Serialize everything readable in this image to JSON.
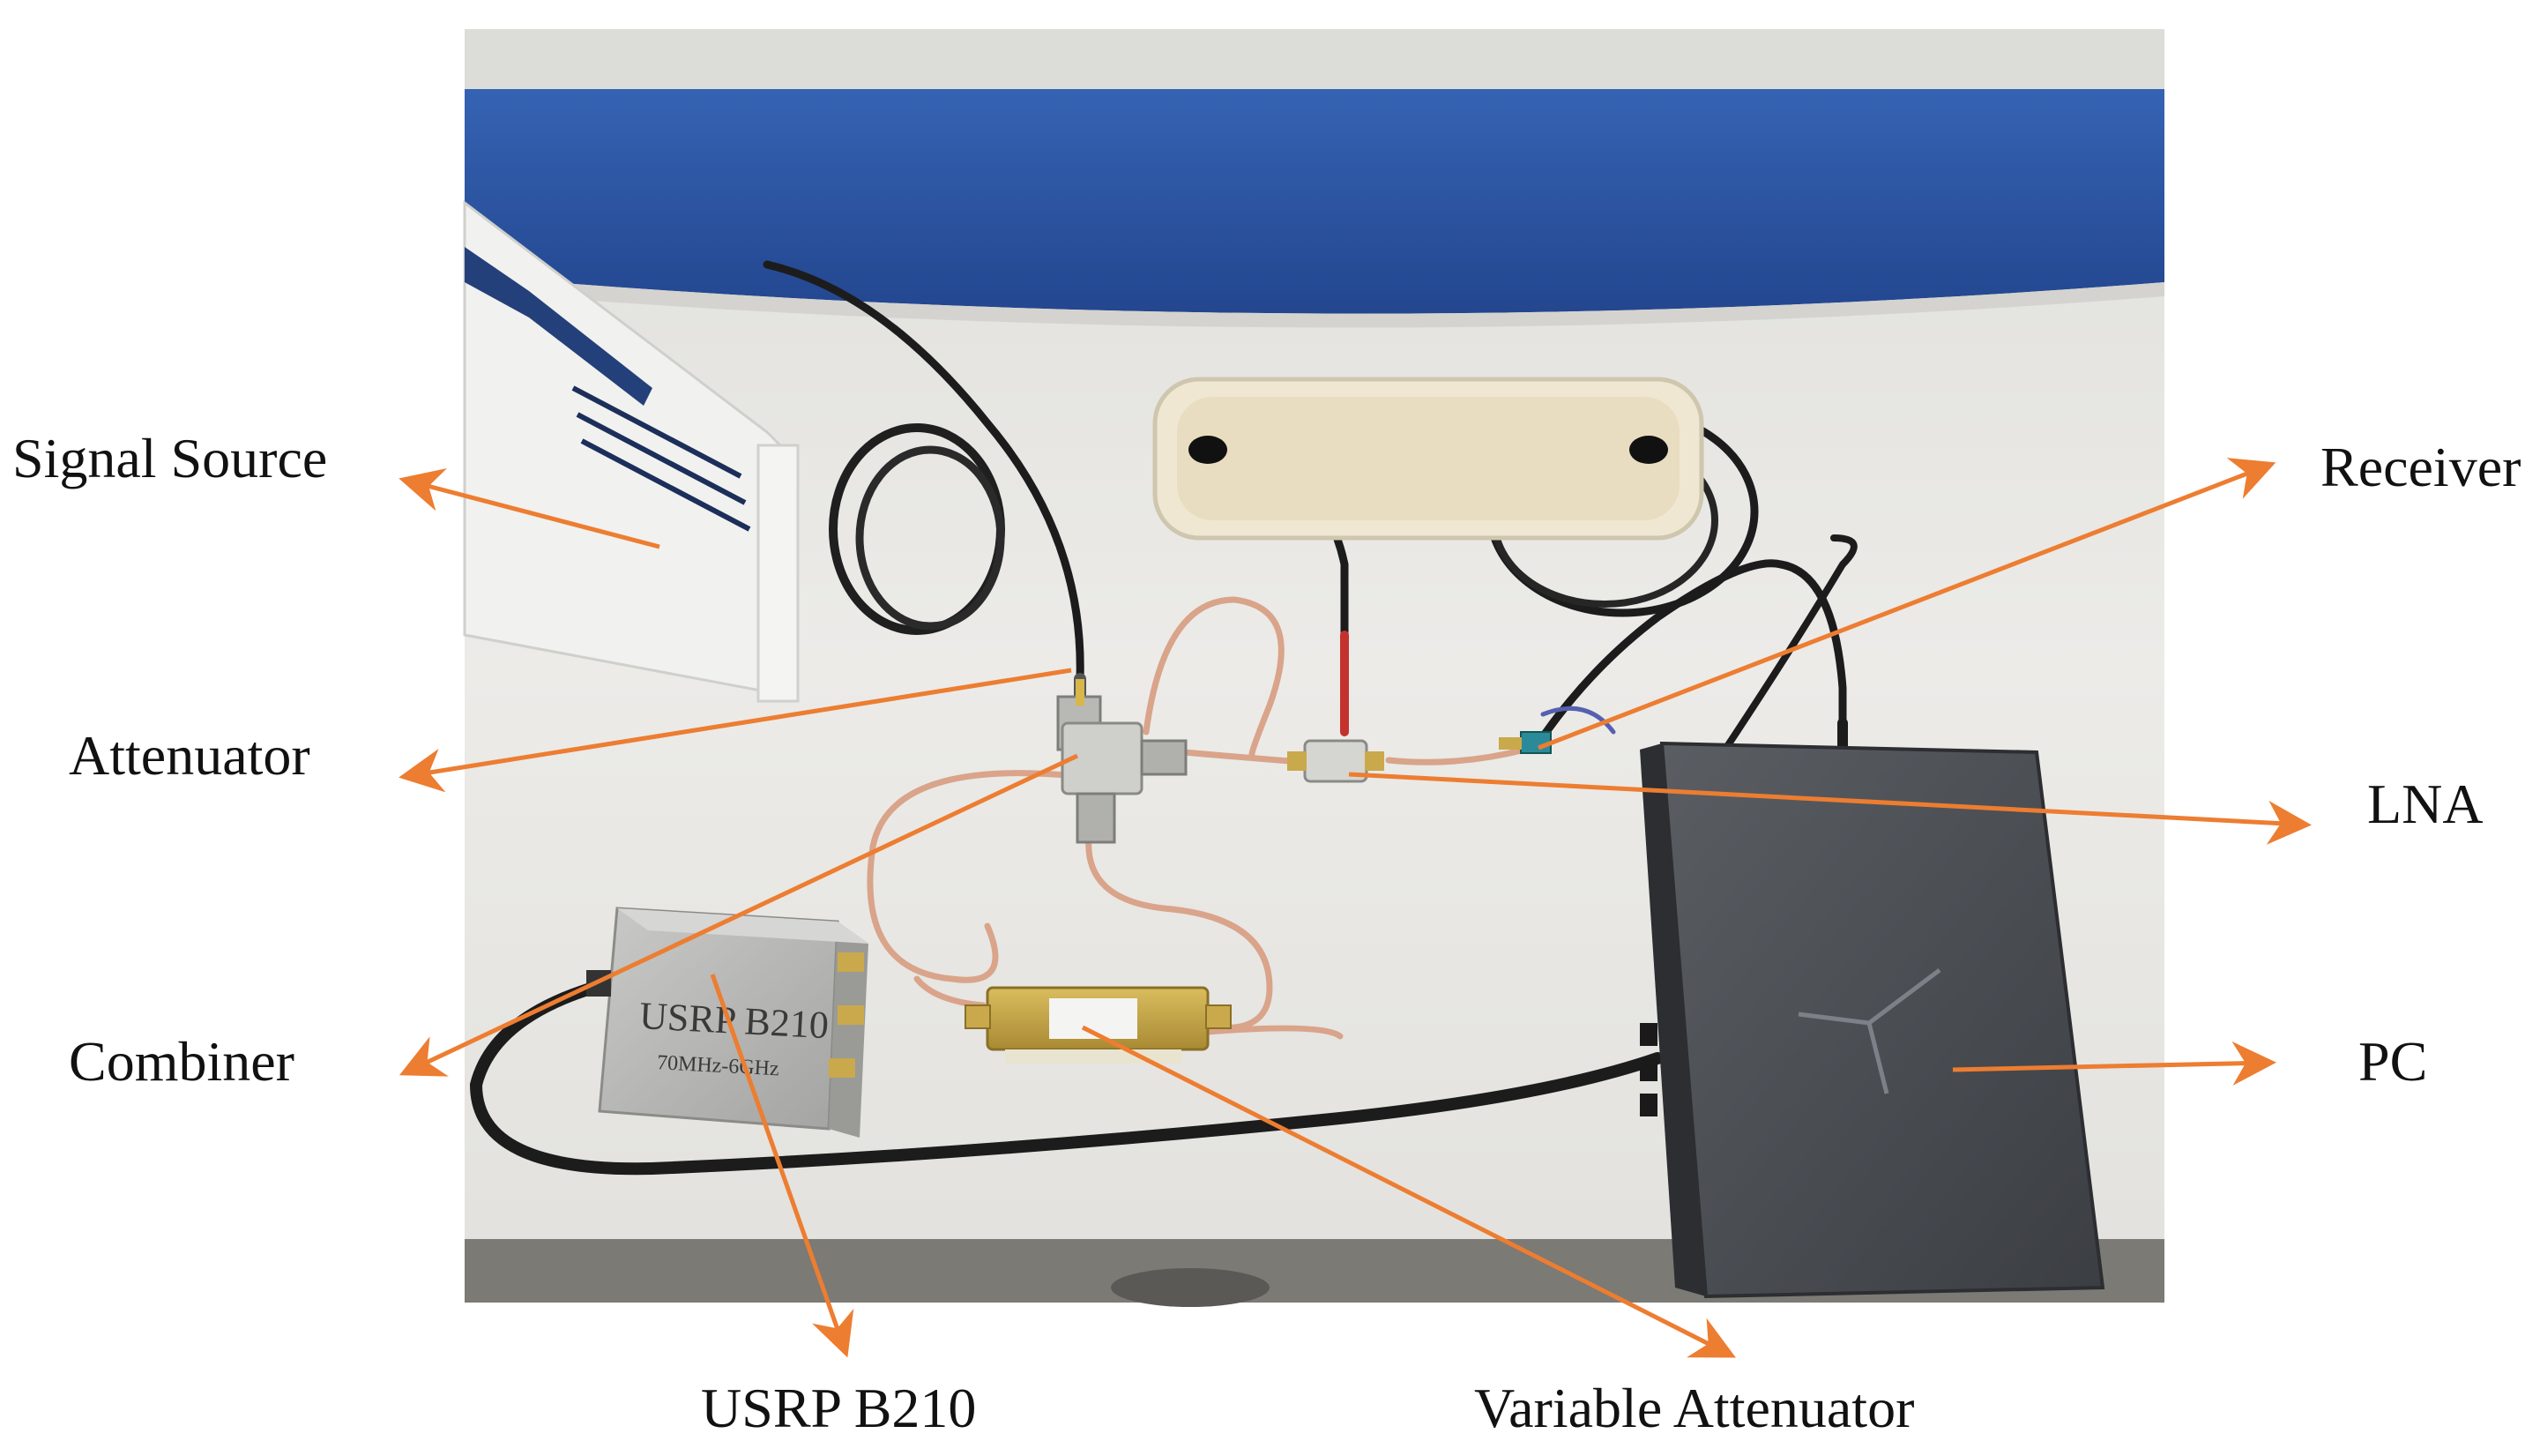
{
  "labels": {
    "signal_source": "Signal Source",
    "attenuator": "Attenuator",
    "combiner": "Combiner",
    "usrp": "USRP B210",
    "variable_attenuator": "Variable Attenuator",
    "receiver": "Receiver",
    "lna": "LNA",
    "pc": "PC"
  },
  "device_text": {
    "usrp_name": "USRP B210",
    "usrp_band": "70MHz-6GHz"
  },
  "colors": {
    "arrow": "#ed7d31",
    "desk": "#e9e9e6",
    "partition": "#2f5aa8",
    "laptop": "#4a4d52",
    "cable_dark": "#1c1c1c",
    "cable_copper": "#d9a48a",
    "brass": "#c8a94a"
  }
}
